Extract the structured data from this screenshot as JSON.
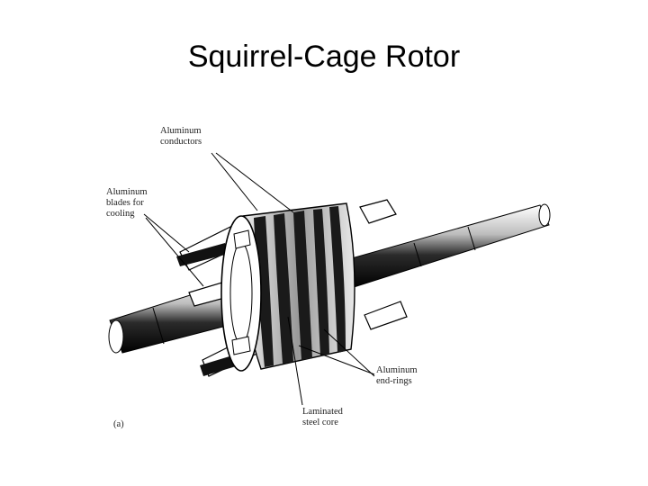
{
  "slide": {
    "title": "Squirrel-Cage Rotor"
  },
  "figure": {
    "labels": {
      "conductors": [
        "Aluminum",
        "conductors"
      ],
      "blades": [
        "Aluminum",
        "blades for",
        "cooling"
      ],
      "end_rings": [
        "Aluminum",
        "end-rings"
      ],
      "core": [
        "Laminated",
        "steel core"
      ],
      "panel": "(a)"
    },
    "colors": {
      "ink": "#000000",
      "bar_dark": "#1a1a1a",
      "bar_gap": "#d8d8d8",
      "shaft_light": "#f4f4f4"
    }
  }
}
